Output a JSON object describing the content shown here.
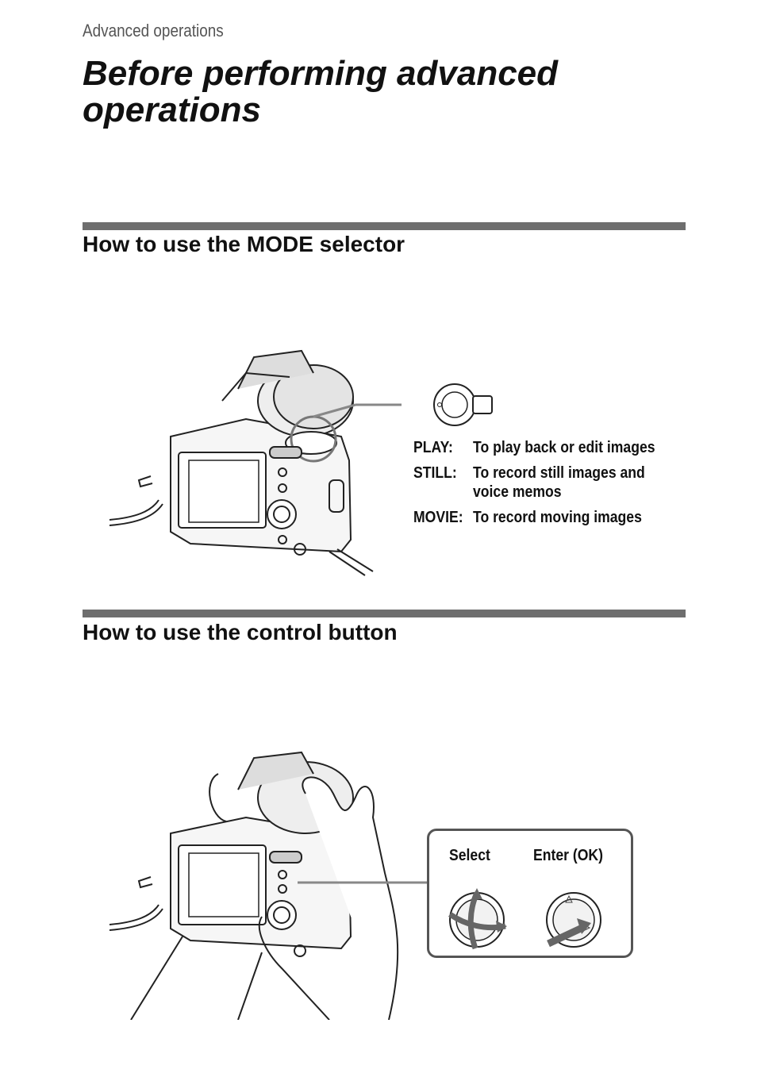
{
  "header": {
    "section": "Advanced operations"
  },
  "page": {
    "title": "Before performing advanced operations"
  },
  "mode_selector": {
    "heading": "How to use the MODE selector",
    "modes": [
      {
        "key": "PLAY:",
        "desc": "To play back or edit images"
      },
      {
        "key": "STILL:",
        "desc": "To record still images and voice memos"
      },
      {
        "key": "MOVIE:",
        "desc": "To record moving images"
      }
    ]
  },
  "control_button": {
    "heading": "How to use the control button",
    "select_label": "Select",
    "enter_label": "Enter (OK)"
  }
}
